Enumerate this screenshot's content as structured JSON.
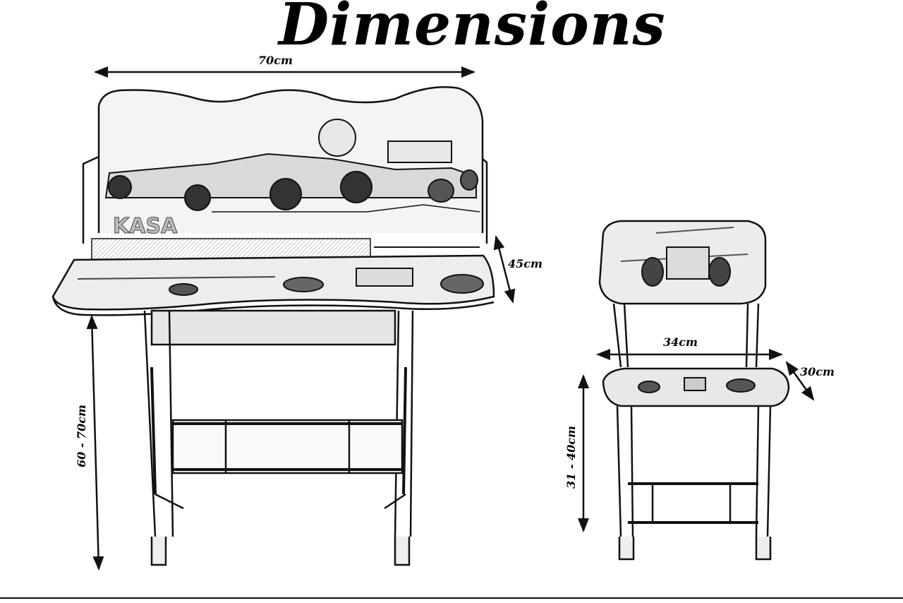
{
  "title": "Dimensions",
  "dimensions": {
    "desk_width": "70cm",
    "desk_panel_height": "45cm",
    "desk_height": "60 - 70cm",
    "chair_width": "34cm",
    "chair_depth": "30cm",
    "chair_height": "31 - 40cm"
  },
  "desk_panel_text": "KASA",
  "colors": {
    "ink": "#111111",
    "paper": "#ffffff",
    "shade": "#c8c8c8"
  }
}
